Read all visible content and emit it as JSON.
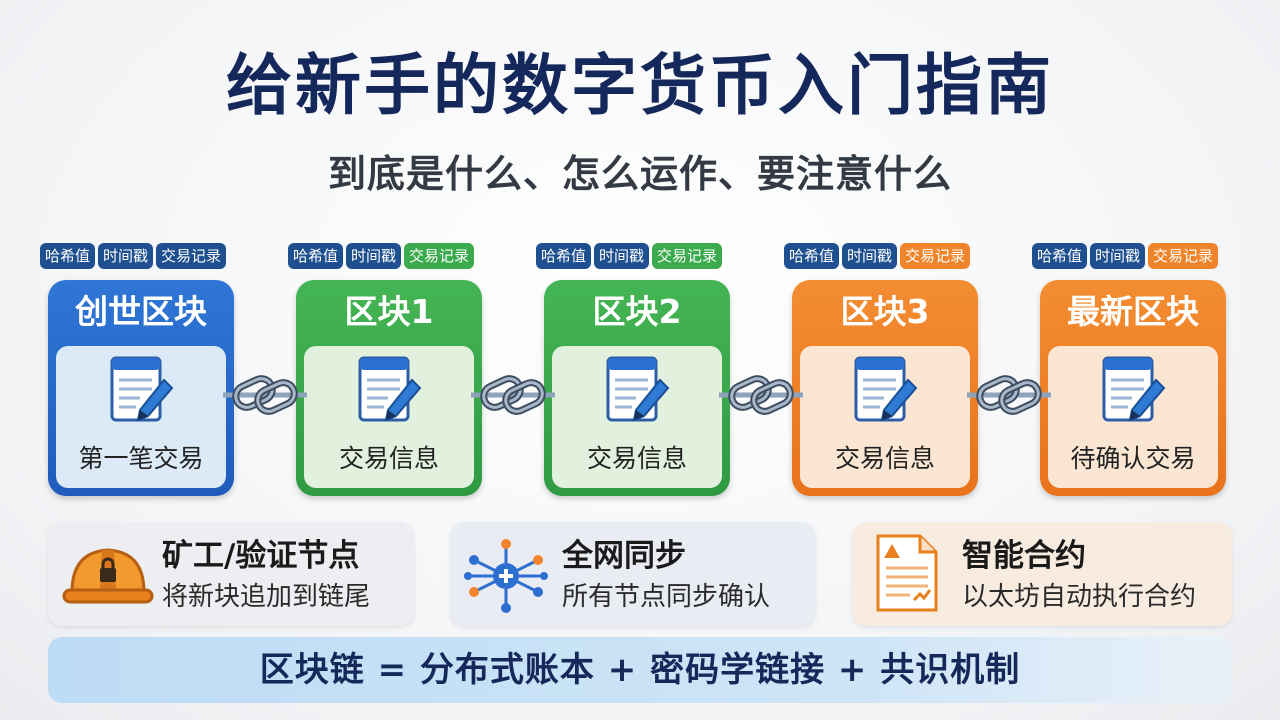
{
  "header": {
    "title": "给新手的数字货币入门指南",
    "subtitle": "到底是什么、怎么运作、要注意什么"
  },
  "blocks": [
    {
      "title": "创世区块",
      "label": "第一笔交易",
      "tags": [
        "哈希值",
        "时间戳",
        "交易记录"
      ]
    },
    {
      "title": "区块1",
      "label": "交易信息",
      "tags": [
        "哈希值",
        "时间戳",
        "交易记录"
      ]
    },
    {
      "title": "区块2",
      "label": "交易信息",
      "tags": [
        "哈希值",
        "时间戳",
        "交易记录"
      ]
    },
    {
      "title": "区块3",
      "label": "交易信息",
      "tags": [
        "哈希值",
        "时间戳",
        "交易记录"
      ]
    },
    {
      "title": "最新区块",
      "label": "待确认交易",
      "tags": [
        "哈希值",
        "时间戳",
        "交易记录"
      ]
    }
  ],
  "info_cards": [
    {
      "title": "矿工/验证节点",
      "desc": "将新块追加到链尾",
      "icon": "hard-hat-icon"
    },
    {
      "title": "全网同步",
      "desc": "所有节点同步确认",
      "icon": "network-icon"
    },
    {
      "title": "智能合约",
      "desc": "以太坊自动执行合约",
      "icon": "contract-icon"
    }
  ],
  "formula": "区块链 = 分布式账本 + 密码学链接 + 共识机制",
  "colors": {
    "title": "#14285c",
    "blue": "#2b6fd0",
    "green": "#3bab4e",
    "orange": "#f0842a",
    "tag_navy": "#1e4f8f"
  }
}
